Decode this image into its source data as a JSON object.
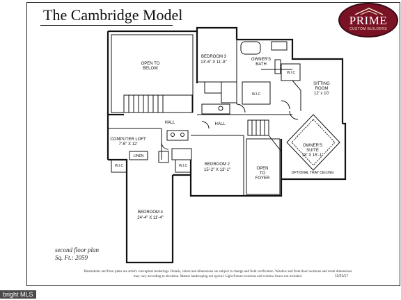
{
  "header": {
    "title": "The Cambridge Model"
  },
  "brand": {
    "name": "PRIME",
    "subtitle": "CUSTOM BUILDERS",
    "color": "#7a1226"
  },
  "rooms": {
    "open_below": {
      "l1": "OPEN TO",
      "l2": "BELOW"
    },
    "bedroom3": {
      "name": "BEDROOM 3",
      "dims": "13'-6\" X 11'-8\""
    },
    "owners_bath": {
      "l1": "OWNER'S",
      "l2": "BATH"
    },
    "wic_1": "W.I.C",
    "wic_2": "W.I.C",
    "wic_3": "W.I.C",
    "wic_4": "W.I.C",
    "sitting_room": {
      "l1": "SITTING",
      "l2": "ROOM",
      "dims": "12' x 10'"
    },
    "hall_1": "HALL",
    "hall_2": "HALL",
    "computer_loft": {
      "name": "COMPUTER LOFT",
      "dims": "7'-6\" X 12'"
    },
    "owners_suite": {
      "l1": "OWNER'S",
      "l2": "SUITE",
      "dims": "18' X 15'-1\""
    },
    "tray_note": "OPTIONAL TRAY CEILING",
    "bedroom2": {
      "name": "BEDROOM 2",
      "dims": "15'-2\" X 13'-1\""
    },
    "open_foyer": {
      "l1": "OPEN",
      "l2": "TO",
      "l3": "FOYER"
    },
    "bedroom4": {
      "name": "BEDROOM 4",
      "dims": "24'-4\" X 11'-4\""
    },
    "linen": "LINEN"
  },
  "caption": {
    "line1": "second floor plan",
    "line2": "Sq. Ft.: 2059"
  },
  "footer": {
    "disclaimer": "Illustrations and floor plans are artist's conceptual renderings. Details, colors and dimensions are subject to change and field verification. Window and front door locations and room dimensions may vary according to elevation. Mature landscaping not typical. Light fixture locations and window boxes not included.",
    "date": "11/21/17"
  },
  "watermark": {
    "text": "bright MLS"
  }
}
